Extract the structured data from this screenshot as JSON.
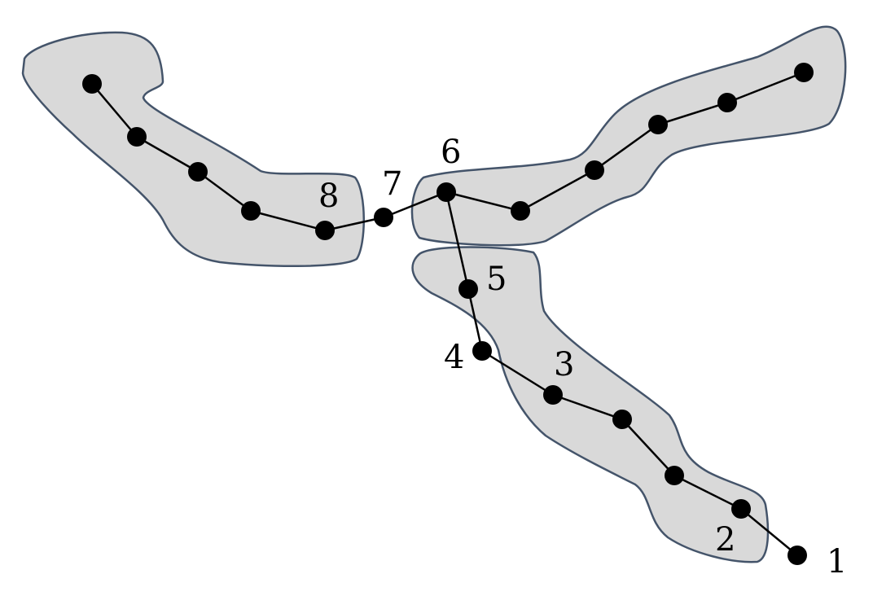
{
  "diagram": {
    "colors": {
      "region_fill": "#d9d9d9",
      "region_stroke": "#44546a",
      "line": "#000000",
      "node": "#000000"
    },
    "regions": [
      {
        "id": "left-cluster"
      },
      {
        "id": "right-cluster"
      },
      {
        "id": "bottom-cluster"
      }
    ],
    "labels": {
      "n1": "1",
      "n2": "2",
      "n3": "3",
      "n4": "4",
      "n5": "5",
      "n6": "6",
      "n7": "7",
      "n8": "8"
    }
  }
}
